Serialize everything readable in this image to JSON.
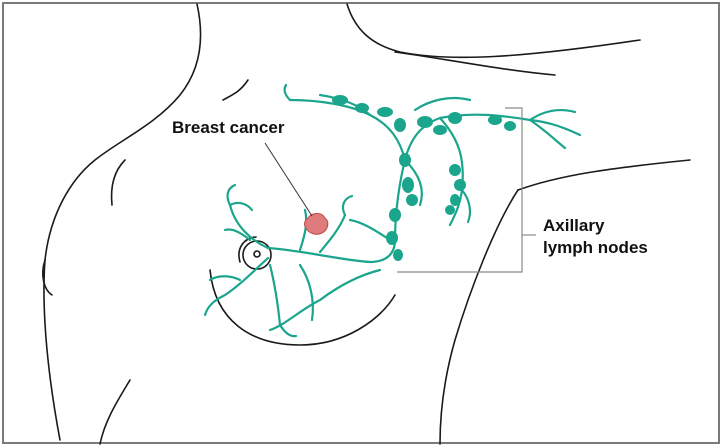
{
  "labels": {
    "breast_cancer": "Breast cancer",
    "axillary_line1": "Axillary",
    "axillary_line2": "lymph nodes"
  },
  "colors": {
    "outline": "#1a1a1a",
    "lymph": "#1aa58c",
    "tumor": "#e07b7b",
    "bracket": "#8a8a8a",
    "frame": "#7a7a7a"
  }
}
